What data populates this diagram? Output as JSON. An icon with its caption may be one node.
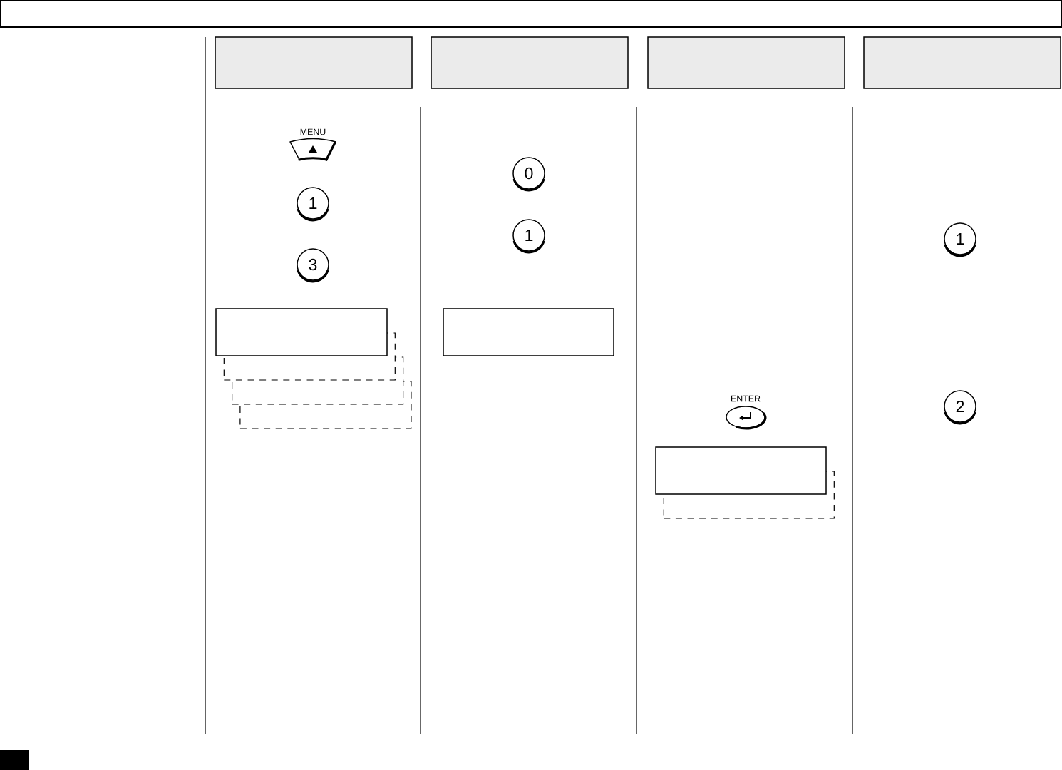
{
  "diagram": {
    "nodes": [
      {
        "text": [],
        "shape": "box"
      },
      {
        "text": [],
        "shape": "box"
      },
      {
        "text": [],
        "shape": "box"
      },
      {
        "text": [],
        "shape": "box"
      },
      {
        "text": [],
        "shape": "box"
      },
      {
        "text": [
          "MENU"
        ]
      },
      {
        "text": [
          "1"
        ]
      },
      {
        "text": [
          "3"
        ]
      },
      {
        "text": [],
        "shape": "box"
      },
      {
        "text": [],
        "shape": "box"
      },
      {
        "text": [],
        "shape": "box"
      },
      {
        "text": [],
        "shape": "box"
      },
      {
        "text": [
          "0"
        ]
      },
      {
        "text": [
          "1"
        ]
      },
      {
        "text": [],
        "shape": "box"
      },
      {
        "text": [
          "ENTER"
        ]
      },
      {
        "text": [],
        "shape": "box"
      },
      {
        "text": [],
        "shape": "box"
      },
      {
        "text": [
          "1"
        ]
      },
      {
        "text": [
          "2"
        ]
      }
    ]
  }
}
